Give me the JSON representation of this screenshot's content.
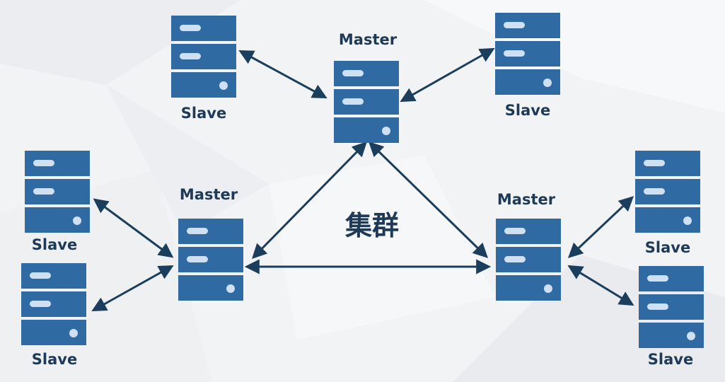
{
  "cluster_label": "集群",
  "colors": {
    "server": "#2f6aa3",
    "server_light": "#cfe0f2",
    "arrow": "#1b3e5c",
    "text": "#1e3a56"
  },
  "masters": [
    {
      "id": "m1",
      "label": "Master"
    },
    {
      "id": "m2",
      "label": "Master"
    },
    {
      "id": "m3",
      "label": "Master"
    }
  ],
  "slaves": [
    {
      "id": "s1",
      "label": "Slave",
      "master": "m1"
    },
    {
      "id": "s2",
      "label": "Slave",
      "master": "m1"
    },
    {
      "id": "s3",
      "label": "Slave",
      "master": "m2"
    },
    {
      "id": "s4",
      "label": "Slave",
      "master": "m2"
    },
    {
      "id": "s5",
      "label": "Slave",
      "master": "m3"
    },
    {
      "id": "s6",
      "label": "Slave",
      "master": "m3"
    }
  ],
  "master_links": [
    [
      "m1",
      "m2"
    ],
    [
      "m1",
      "m3"
    ],
    [
      "m2",
      "m3"
    ]
  ],
  "icons": [
    "server-icon",
    "bidirectional-arrow"
  ]
}
